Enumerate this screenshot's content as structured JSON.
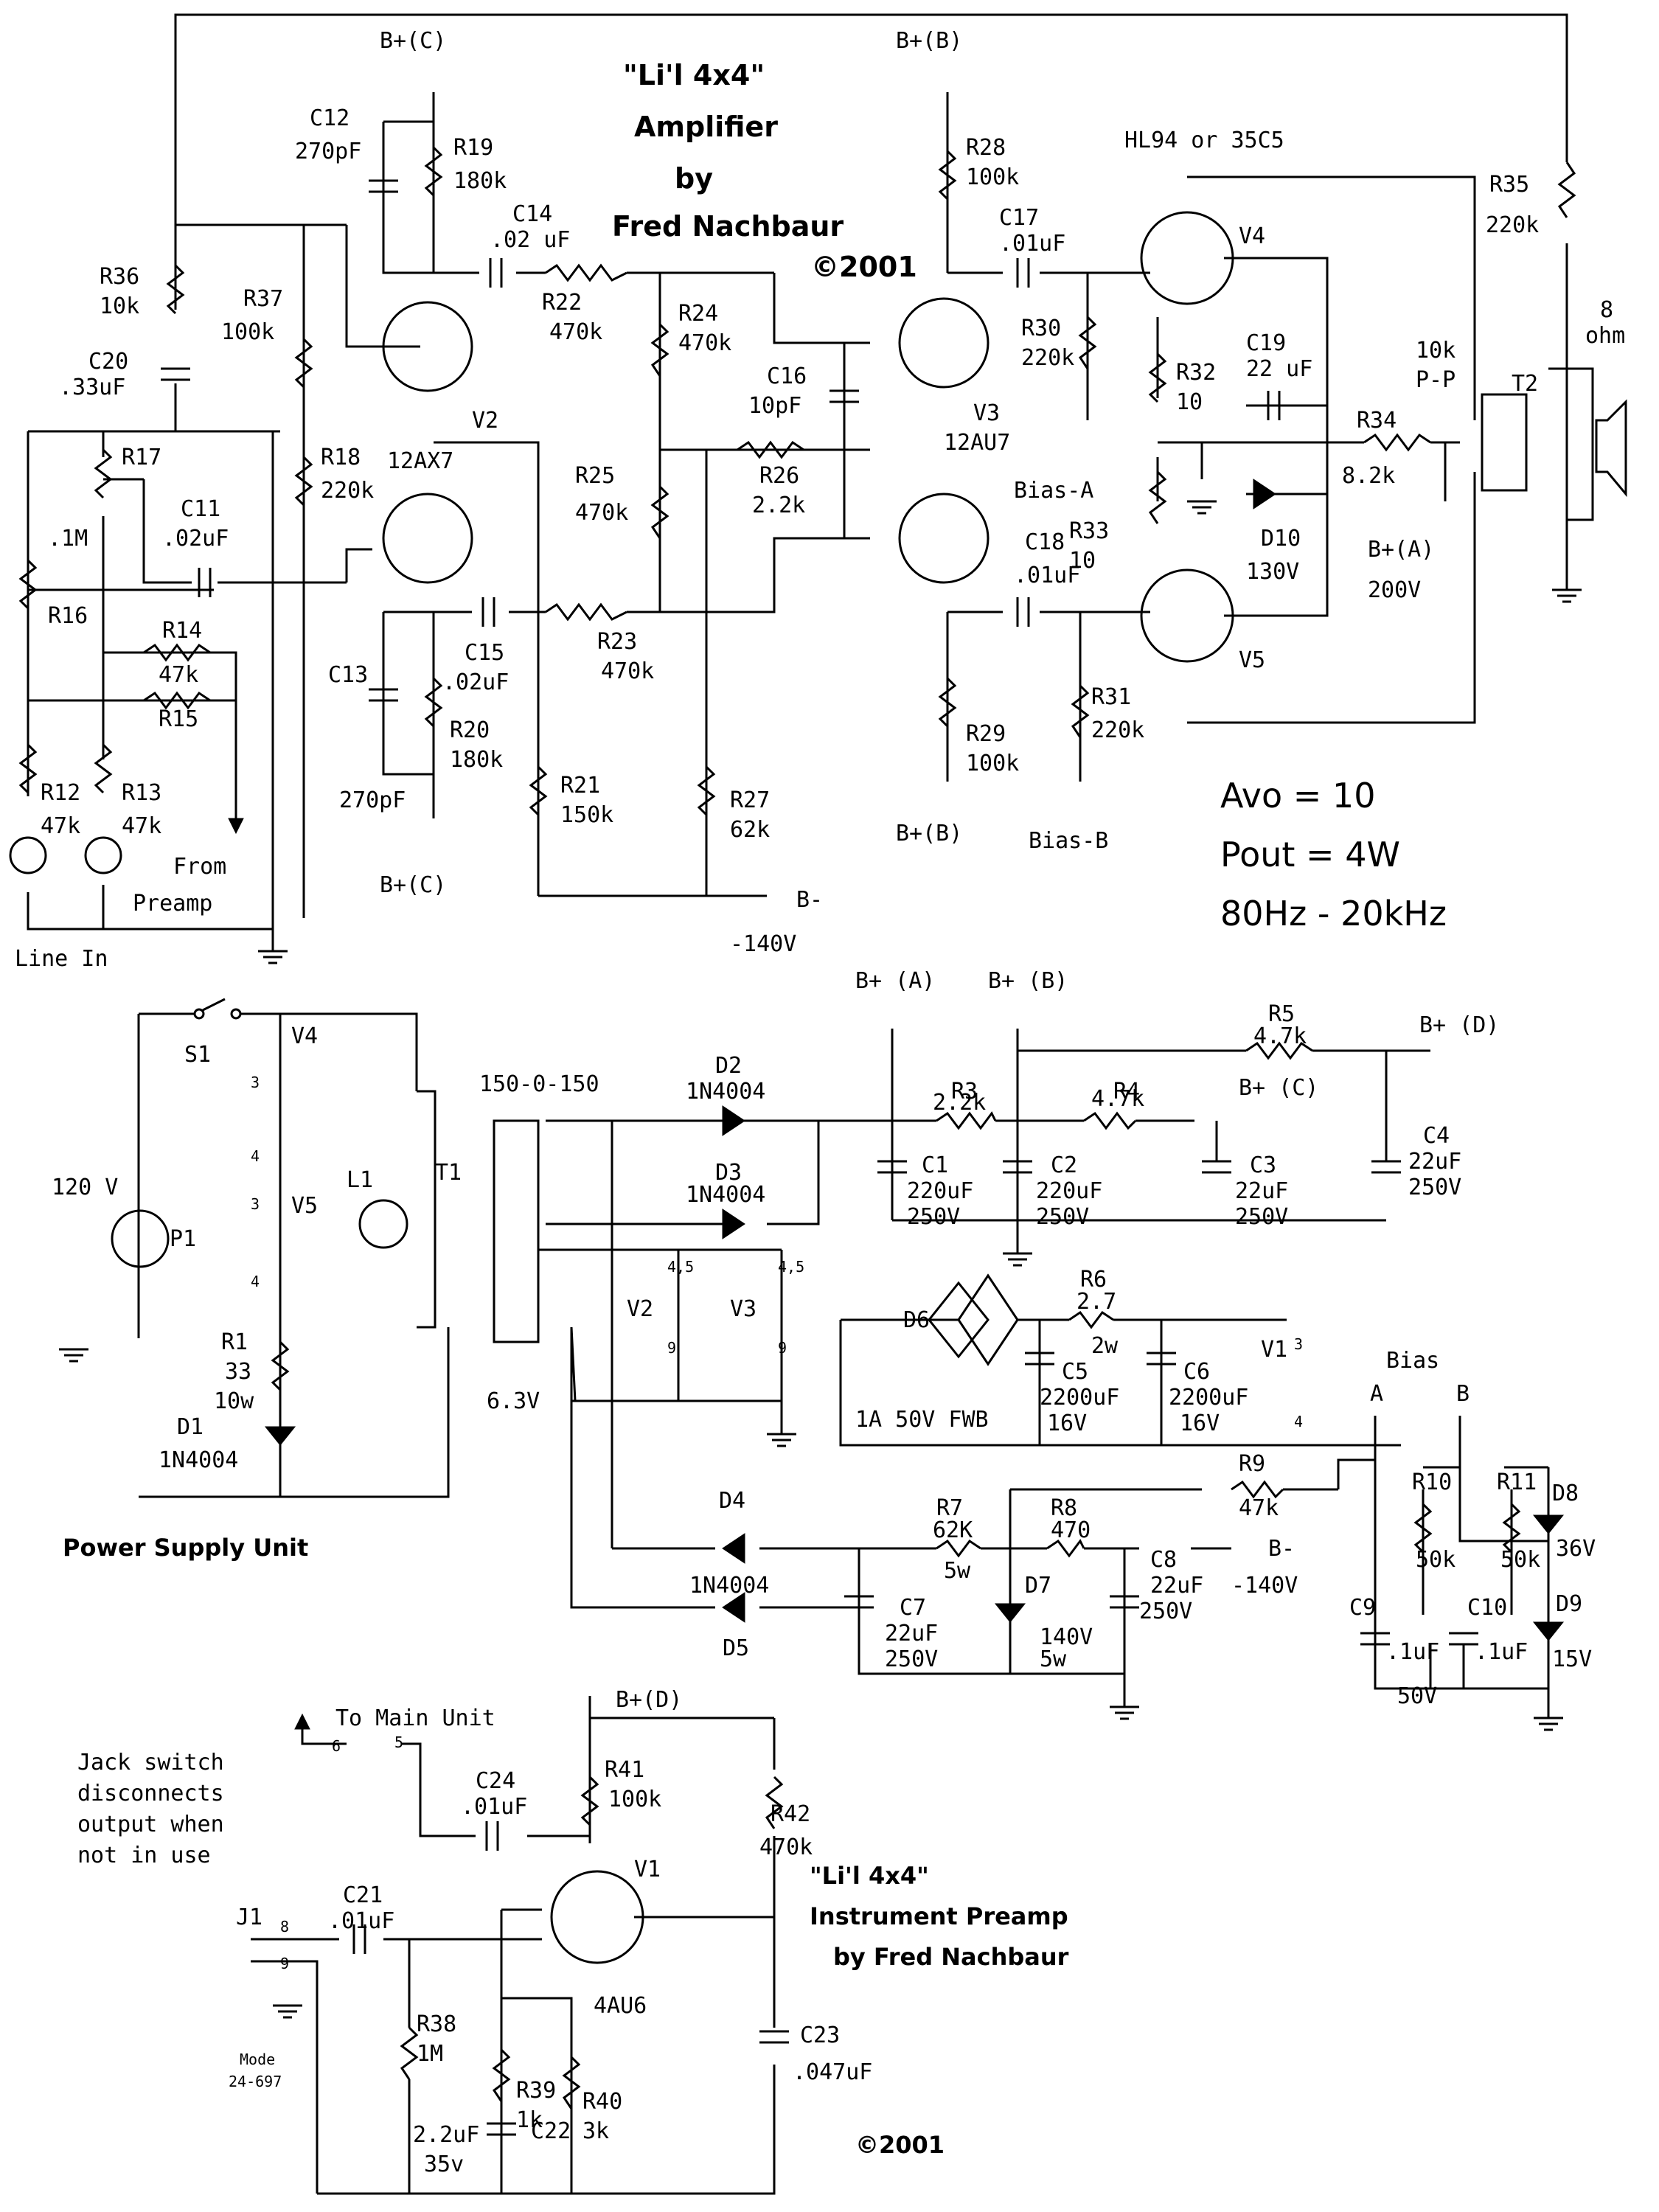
{
  "amplifier": {
    "title_line1": "\"Li'l 4x4\"",
    "title_line2": "Amplifier",
    "title_line3": "by",
    "title_line4": "Fred Nachbaur",
    "copyright": "©2001",
    "specs": [
      "Avo  =  10",
      "Pout  = 4W",
      "80Hz - 20kHz"
    ]
  },
  "preamp": {
    "title_line1": "\"Li'l 4x4\"",
    "title_line2": "Instrument Preamp",
    "title_line3": "by Fred Nachbaur",
    "copyright": "©2001"
  },
  "power_supply_title": "Power Supply Unit",
  "labels": {
    "bplus_c_top": "B+(C)",
    "bplus_c_bot": "B+(C)",
    "bplus_b_top": "B+(B)",
    "bplus_b_bot": "B+(B)",
    "tube_type_out": "HL94 or 35C5",
    "v2_type": "12AX7",
    "v3_type": "12AU7",
    "bias_a": "Bias-A",
    "bias_b": "Bias-B",
    "bminus": "B-",
    "bminus_val": "-140V",
    "from_preamp_1": "From",
    "from_preamp_2": "Preamp",
    "line_in": "Line In",
    "spk_1": "8",
    "spk_2": "ohm",
    "t2_1": "10k",
    "t2_2": "P-P",
    "bplusa_1": "B+(A)",
    "bplusa_2": "200V",
    "ps_bplus_a": "B+ (A)",
    "ps_bplus_b": "B+ (B)",
    "ps_bplus_c": "B+ (C)",
    "ps_bplus_d": "B+ (D)",
    "t1_sec": "150-0-150",
    "t1_fil": "6.3V",
    "mains": "120 V",
    "fwb": "1A 50V FWB",
    "bias_hdr": "Bias",
    "bias_pa": "A",
    "bias_pb": "B",
    "ps_bminus_1": "B-",
    "ps_bminus_2": "-140V",
    "cap_50v": "50V",
    "to_main": "To Main Unit",
    "jack_note": [
      "Jack switch",
      "disconnects",
      "output when",
      "not in use"
    ],
    "mode_1": "Mode",
    "mode_2": "24-697",
    "pre_bplus_d": "B+(D)"
  },
  "components": [
    {
      "ref": "C12",
      "value": "270pF"
    },
    {
      "ref": "R19",
      "value": "180k"
    },
    {
      "ref": "C14",
      "value": ".02 uF"
    },
    {
      "ref": "R22",
      "value": "470k"
    },
    {
      "ref": "R24",
      "value": "470k"
    },
    {
      "ref": "R36",
      "value": "10k"
    },
    {
      "ref": "R37",
      "value": "100k"
    },
    {
      "ref": "C20",
      "value": ".33uF"
    },
    {
      "ref": "R17",
      "value": ""
    },
    {
      "ref": "C11",
      "value": ".02uF"
    },
    {
      "ref": "R18",
      "value": "220k"
    },
    {
      "ref": "R16",
      "value": ".1M"
    },
    {
      "ref": "R14",
      "value": "47k"
    },
    {
      "ref": "R15",
      "value": ""
    },
    {
      "ref": "R12",
      "value": "47k"
    },
    {
      "ref": "R13",
      "value": "47k"
    },
    {
      "ref": "C13",
      "value": "270pF"
    },
    {
      "ref": "C15",
      "value": ".02uF"
    },
    {
      "ref": "R20",
      "value": "180k"
    },
    {
      "ref": "R21",
      "value": "150k"
    },
    {
      "ref": "R23",
      "value": "470k"
    },
    {
      "ref": "R25",
      "value": "470k"
    },
    {
      "ref": "R26",
      "value": "2.2k"
    },
    {
      "ref": "C16",
      "value": "10pF"
    },
    {
      "ref": "R27",
      "value": "62k"
    },
    {
      "ref": "R28",
      "value": "100k"
    },
    {
      "ref": "C17",
      "value": ".01uF"
    },
    {
      "ref": "R30",
      "value": "220k"
    },
    {
      "ref": "R32",
      "value": "10"
    },
    {
      "ref": "R33",
      "value": "10"
    },
    {
      "ref": "C18",
      "value": ".01uF"
    },
    {
      "ref": "R29",
      "value": "100k"
    },
    {
      "ref": "R31",
      "value": "220k"
    },
    {
      "ref": "C19",
      "value": "22 uF"
    },
    {
      "ref": "R34",
      "value": "8.2k"
    },
    {
      "ref": "D10",
      "value": "130V"
    },
    {
      "ref": "R35",
      "value": "220k"
    },
    {
      "ref": "D2",
      "value": "1N4004"
    },
    {
      "ref": "D3",
      "value": "1N4004"
    },
    {
      "ref": "R3",
      "value": "2.2k"
    },
    {
      "ref": "R4",
      "value": "4.7k"
    },
    {
      "ref": "R5",
      "value": "4.7k"
    },
    {
      "ref": "C1",
      "value": "220uF",
      "rating": "250V"
    },
    {
      "ref": "C2",
      "value": "220uF",
      "rating": "250V"
    },
    {
      "ref": "C3",
      "value": "22uF",
      "rating": "250V"
    },
    {
      "ref": "C4",
      "value": "22uF",
      "rating": "250V"
    },
    {
      "ref": "R1",
      "value": "33",
      "rating": "10w"
    },
    {
      "ref": "D1",
      "value": "1N4004"
    },
    {
      "ref": "R6",
      "value": "2.7",
      "rating": "2w"
    },
    {
      "ref": "C5",
      "value": "2200uF",
      "rating": "16V"
    },
    {
      "ref": "C6",
      "value": "2200uF",
      "rating": "16V"
    },
    {
      "ref": "D6",
      "value": ""
    },
    {
      "ref": "D4",
      "value": "1N4004"
    },
    {
      "ref": "D5",
      "value": ""
    },
    {
      "ref": "R7",
      "value": "62K",
      "rating": "5w"
    },
    {
      "ref": "R8",
      "value": "470"
    },
    {
      "ref": "R9",
      "value": "47k"
    },
    {
      "ref": "D7",
      "value": "140V",
      "rating": "5w"
    },
    {
      "ref": "C7",
      "value": "22uF",
      "rating": "250V"
    },
    {
      "ref": "C8",
      "value": "22uF",
      "rating": "250V"
    },
    {
      "ref": "R10",
      "value": "50k"
    },
    {
      "ref": "R11",
      "value": "50k"
    },
    {
      "ref": "D8",
      "value": "36V"
    },
    {
      "ref": "D9",
      "value": "15V"
    },
    {
      "ref": "C9",
      "value": ".1uF"
    },
    {
      "ref": "C10",
      "value": ".1uF"
    },
    {
      "ref": "C24",
      "value": ".01uF"
    },
    {
      "ref": "R41",
      "value": "100k"
    },
    {
      "ref": "R42",
      "value": "470k"
    },
    {
      "ref": "C21",
      "value": ".01uF"
    },
    {
      "ref": "R38",
      "value": "1M"
    },
    {
      "ref": "R39",
      "value": "1k"
    },
    {
      "ref": "R40",
      "value": "3k"
    },
    {
      "ref": "C22",
      "value": "2.2uF",
      "rating": "35v"
    },
    {
      "ref": "C23",
      "value": ".047uF"
    }
  ],
  "designators": {
    "V2": "V2",
    "V3": "V3",
    "V4": "V4",
    "V5": "V5",
    "V1": "V1",
    "V1b": "V1",
    "V2p": "V2",
    "V3p": "V3",
    "V4p": "V4",
    "V5p": "V5",
    "T1": "T1",
    "T2": "T2",
    "L1": "L1",
    "S1": "S1",
    "P1": "P1",
    "J1": "J1",
    "preamp_tube": "4AU6"
  },
  "pins": {
    "p45a": "4,5",
    "p45b": "4,5",
    "p9a": "9",
    "p9b": "9",
    "p3a": "3",
    "p4a": "4",
    "p3b": "3",
    "p4b": "4",
    "p3c": "3",
    "p4c": "4",
    "j8": "8",
    "j9": "9",
    "s6": "6",
    "s5": "5"
  }
}
